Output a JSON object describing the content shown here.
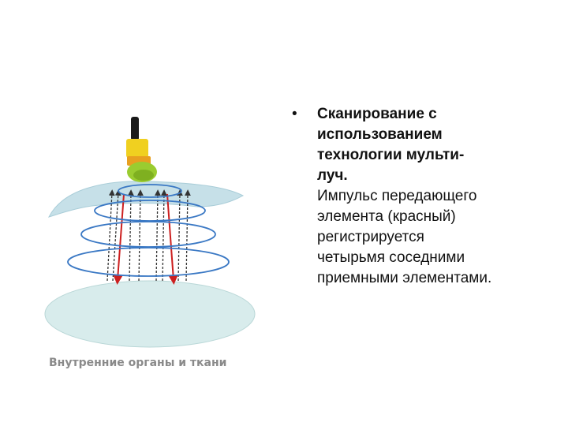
{
  "caption": "Внутренние органы и ткани",
  "text": {
    "bullet": "•",
    "bold": "Сканирование с\nиспользованием\nтехнологии мульти-\nлуч.",
    "normal": "Импульс передающего\nэлемента (красный)\nрегистрируется\nчетырьмя соседними\nприемными элементами."
  },
  "colors": {
    "pulse_arrow": "#cc1f1f",
    "echo_arrow": "#444444",
    "wave_rings": "#3a78c4",
    "tissue": "#d8ecec",
    "skin": "#c6e0e8",
    "probe_top": "#f0d020",
    "probe_mid": "#e8a020",
    "probe_tip": "#9acc30"
  }
}
